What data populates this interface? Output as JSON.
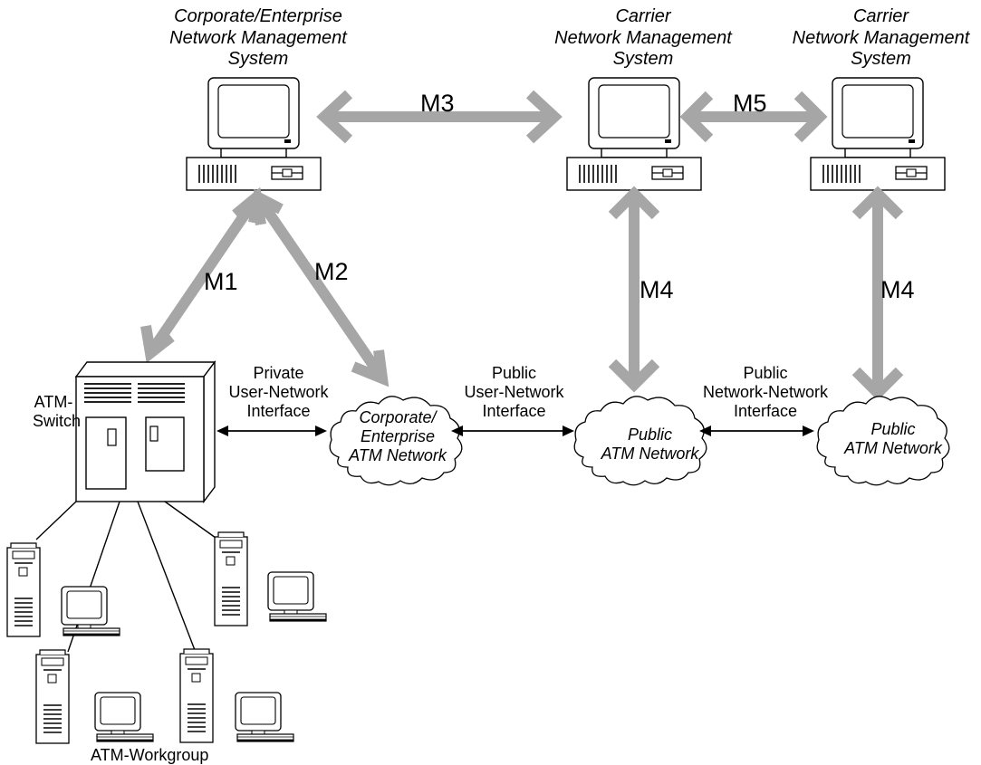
{
  "systems": {
    "corporate": "Corporate/Enterprise\nNetwork Management\nSystem",
    "carrier_1": "Carrier\nNetwork Management\nSystem",
    "carrier_2": "Carrier\nNetwork Management\nSystem"
  },
  "management_interfaces": {
    "m1": "M1",
    "m2": "M2",
    "m3": "M3",
    "m4_left": "M4",
    "m4_right": "M4",
    "m5": "M5"
  },
  "devices": {
    "atm_switch": "ATM-\nSwitch",
    "workgroup": "ATM-Workgroup"
  },
  "networks": {
    "corporate": "Corporate/\nEnterprise\nATM Network",
    "public_1": "Public\nATM Network",
    "public_2": "Public\nATM Network"
  },
  "user_interfaces": {
    "private_uni": "Private\nUser-Network\nInterface",
    "public_uni": "Public\nUser-Network\nInterface",
    "public_nni": "Public\nNetwork-Network\nInterface"
  },
  "colors": {
    "management_arrow": "#a6a6a6",
    "line": "#000000"
  }
}
